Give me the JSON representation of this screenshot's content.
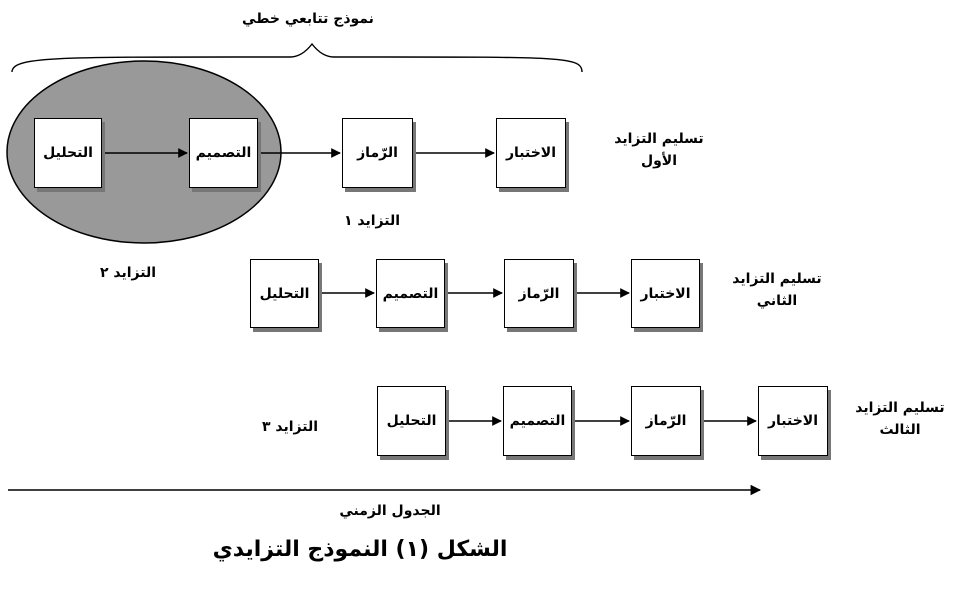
{
  "top_label": "نموذج تتابعي خطي",
  "stages": {
    "analysis": "التحليل",
    "design": "التصميم",
    "coding": "الرّماز",
    "testing": "الاختبار"
  },
  "increments": {
    "inc1": {
      "label": "التزايد ١",
      "delivery_line1": "تسليم التزايد",
      "delivery_line2": "الأول"
    },
    "inc2": {
      "label": "التزايد ٢",
      "delivery_line1": "تسليم التزايد",
      "delivery_line2": "الثاني"
    },
    "inc3": {
      "label": "التزايد ٣",
      "delivery_line1": "تسليم التزايد",
      "delivery_line2": "الثالث"
    }
  },
  "timeline_label": "الجدول الزمني",
  "caption": "الشكل (١) النموذج التزايدي",
  "colors": {
    "ellipse_fill": "#999999",
    "box_shadow": "#777777",
    "stroke": "#000000"
  }
}
